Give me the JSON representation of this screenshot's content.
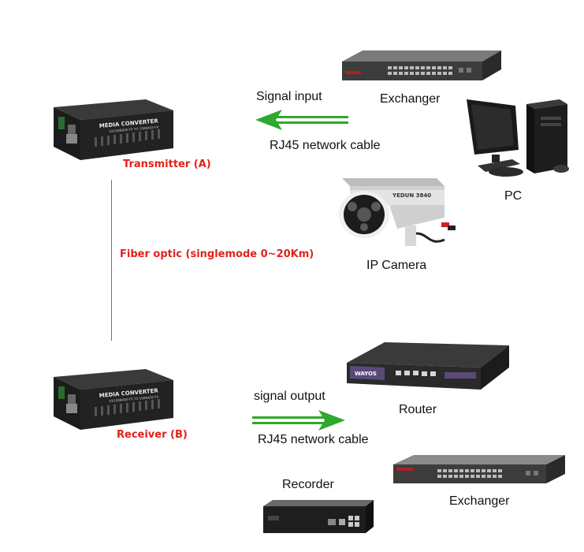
{
  "transmitter": {
    "label": "Transmitter (A)",
    "device_text": "MEDIA CONVERTER",
    "device_subtext": "10/100BASE-TX TO 100BASE-FX"
  },
  "receiver": {
    "label": "Receiver (B)",
    "device_text": "MEDIA CONVERTER",
    "device_subtext": "10/100BASE-TX TO 100BASE-FX"
  },
  "fiber": {
    "label": "Fiber optic (singlemode 0~20Km)"
  },
  "input_arrow": {
    "top_label": "Signal input",
    "bottom_label": "RJ45 network cable",
    "direction": "left",
    "color": "#2fa82f"
  },
  "output_arrow": {
    "top_label": "signal output",
    "bottom_label": "RJ45 network cable",
    "direction": "right",
    "color": "#2fa82f"
  },
  "devices": {
    "exchanger_top": "Exchanger",
    "pc": "PC",
    "ip_camera": "IP Camera",
    "ip_camera_brand": "YEDUN 3840",
    "router": "Router",
    "router_brand": "WAYOS",
    "recorder": "Recorder",
    "exchanger_bottom": "Exchanger"
  },
  "colors": {
    "accent_red": "#e0221b",
    "arrow_green": "#2fa82f",
    "fiber_green": "#3a9a3a"
  }
}
